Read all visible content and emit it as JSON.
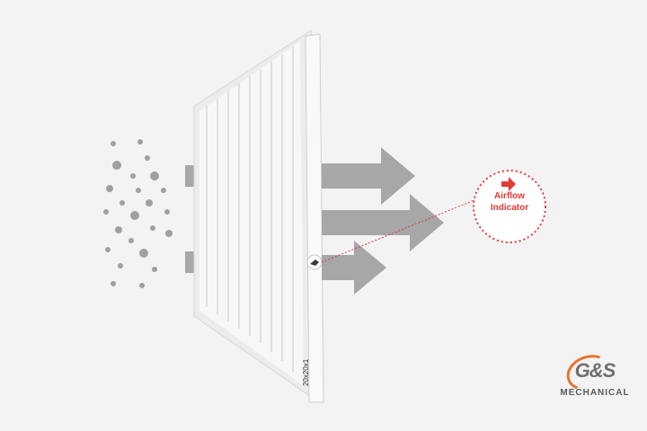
{
  "callout": {
    "line1": "Airflow",
    "line2": "Indicator"
  },
  "filter": {
    "size_label": "20x20x1"
  },
  "brand": {
    "mark": "G&S",
    "name": "MECHANICAL"
  },
  "colors": {
    "background": "#f3f3f3",
    "arrow": "#a7a7a7",
    "particle": "#a0a0a0",
    "callout": "#e53935",
    "brand_accent": "#e8742a"
  }
}
